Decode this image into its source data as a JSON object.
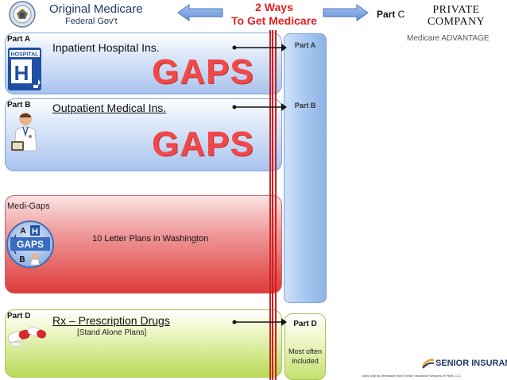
{
  "header": {
    "left_title": "Original Medicare",
    "left_subtitle": "Federal Gov't",
    "center_title_line1": "2 Ways",
    "center_title_line2": "To Get Medicare",
    "partc_bold": "Part",
    "partc_letter": " C",
    "private_line1": "PRIVATE",
    "private_line2": "COMPANY",
    "medicare_advantage": "Medicare ADVANTAGE"
  },
  "panels": {
    "part_a": {
      "label": "Part A",
      "title": "Inpatient Hospital Ins.",
      "gaps": "GAPS",
      "icon_text": "HOSPITAL",
      "icon_letter": "H"
    },
    "part_b": {
      "label": "Part B",
      "title": "Outpatient Medical Ins.",
      "gaps": "GAPS"
    },
    "medigap": {
      "label": "Medi-Gaps",
      "description": "10 Letter Plans in Washington",
      "badge_a": "A",
      "badge_b": "B",
      "badge_gaps": "GAPS",
      "badge_h": "H"
    },
    "part_d": {
      "label": "Part D",
      "title": "Rx – Prescription Drugs",
      "subtitle": "[Stand Alone Plans]"
    }
  },
  "advantage_column": {
    "part_a": "Part A",
    "part_b": "Part B",
    "part_d": "Part D",
    "part_d_note_line1": "Most often",
    "part_d_note_line2": "included"
  },
  "footer": {
    "brand": "SENIOR INSURANCE",
    "fine_print": "Used only by permission from Senior Insurance Services of PNW, LLC"
  },
  "colors": {
    "accent_red": "#e02020",
    "navy": "#1f3864",
    "gaps_red": "#f04848",
    "blue_panel": "#a8c3ee",
    "green_panel": "#b9da57"
  }
}
